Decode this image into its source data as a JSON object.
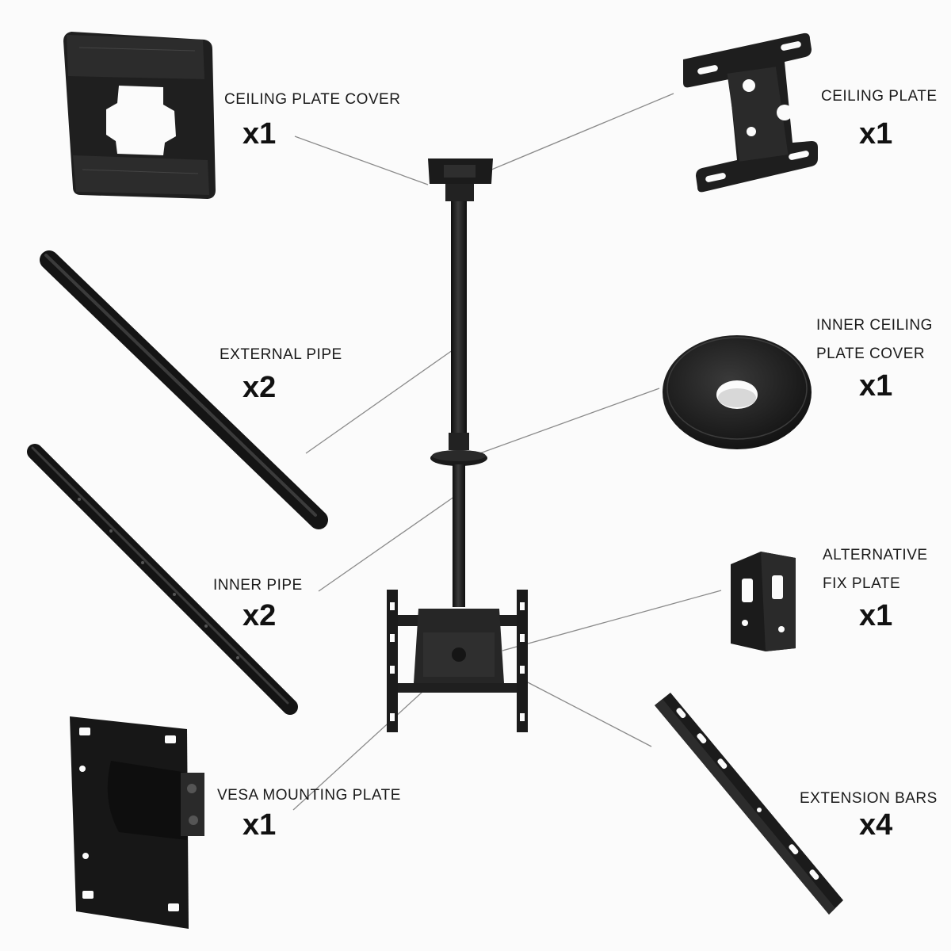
{
  "parts": [
    {
      "id": "ceiling-plate-cover",
      "label_lines": [
        "CEILING PLATE COVER"
      ],
      "quantity": "x1"
    },
    {
      "id": "ceiling-plate",
      "label_lines": [
        "CEILING PLATE"
      ],
      "quantity": "x1"
    },
    {
      "id": "external-pipe",
      "label_lines": [
        "EXTERNAL PIPE"
      ],
      "quantity": "x2"
    },
    {
      "id": "inner-ceiling-plate-cover",
      "label_lines": [
        "INNER CEILING",
        "PLATE COVER"
      ],
      "quantity": "x1"
    },
    {
      "id": "inner-pipe",
      "label_lines": [
        "INNER PIPE"
      ],
      "quantity": "x2"
    },
    {
      "id": "alternative-fix-plate",
      "label_lines": [
        "ALTERNATIVE",
        "FIX PLATE"
      ],
      "quantity": "x1"
    },
    {
      "id": "vesa-mounting-plate",
      "label_lines": [
        "VESA MOUNTING PLATE"
      ],
      "quantity": "x1"
    },
    {
      "id": "extension-bars",
      "label_lines": [
        "EXTENSION BARS"
      ],
      "quantity": "x4"
    }
  ],
  "colors": {
    "background": "#fbfbfb",
    "part": "#1b1b1b",
    "leader_line": "#8a8a8a",
    "text": "#1a1a1a"
  }
}
